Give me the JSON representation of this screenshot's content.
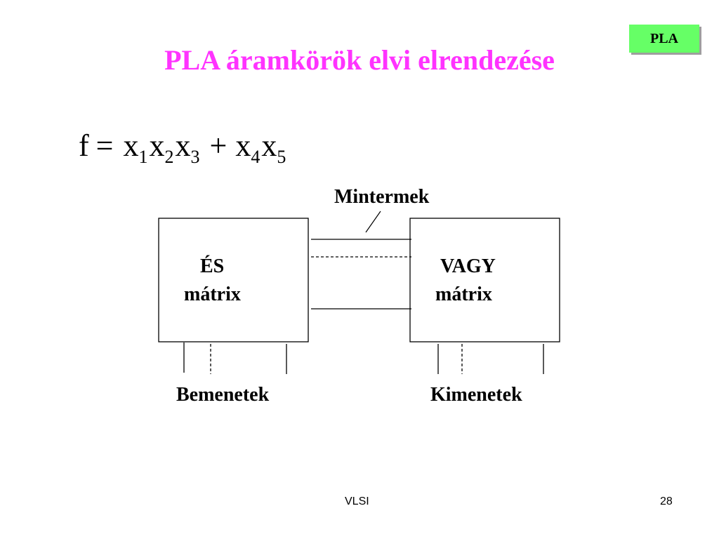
{
  "slide": {
    "badge": "PLA",
    "title": "PLA áramkörök elvi elrendezése",
    "title_color": "#ff33ff",
    "badge_color": "#66ff66"
  },
  "formula": {
    "f": "f",
    "eq": "=",
    "plus": "+",
    "terms": [
      {
        "var": "x",
        "sub": "1"
      },
      {
        "var": "x",
        "sub": "2"
      },
      {
        "var": "x",
        "sub": "3"
      },
      {
        "var": "x",
        "sub": "4"
      },
      {
        "var": "x",
        "sub": "5"
      }
    ]
  },
  "diagram": {
    "minterms_label": "Mintermek",
    "and_block": {
      "line1": "ÉS",
      "line2": "mátrix"
    },
    "or_block": {
      "line1": "VAGY",
      "line2": "mátrix"
    },
    "inputs_label": "Bemenetek",
    "outputs_label": "Kimenetek"
  },
  "footer": {
    "center": "VLSI",
    "page": "28"
  }
}
